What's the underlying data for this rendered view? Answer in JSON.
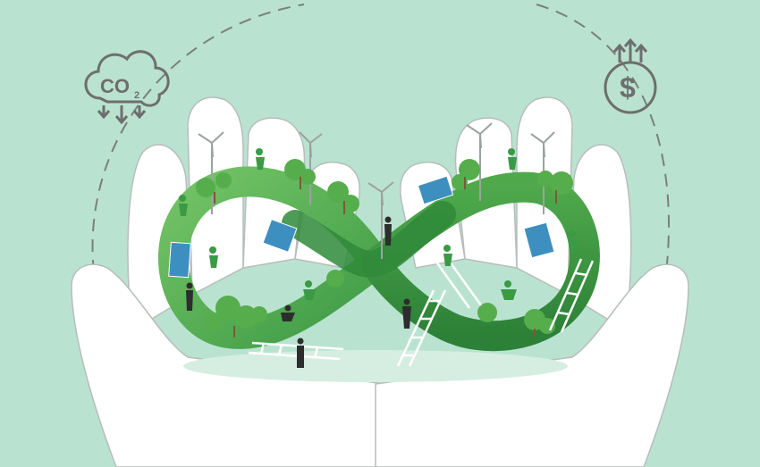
{
  "icons": {
    "co2": {
      "name": "co2-cloud-icon",
      "text": "CO",
      "subscript": "2"
    },
    "dollar": {
      "name": "dollar-growth-icon",
      "text": "$"
    }
  },
  "colors": {
    "background": "#b9e3d0",
    "hand_fill": "#ffffff",
    "hand_stroke": "#b8bcbc",
    "infinity_light": "#63b95a",
    "infinity_dark": "#2f8a3a",
    "tree": "#56ad4c",
    "solar_panel": "#3d8fbf",
    "icon_gray": "#6e6e6e"
  },
  "scene": {
    "elements": [
      "hands",
      "infinity-loop",
      "wind-turbines",
      "trees",
      "solar-panels",
      "ladders",
      "people"
    ]
  }
}
